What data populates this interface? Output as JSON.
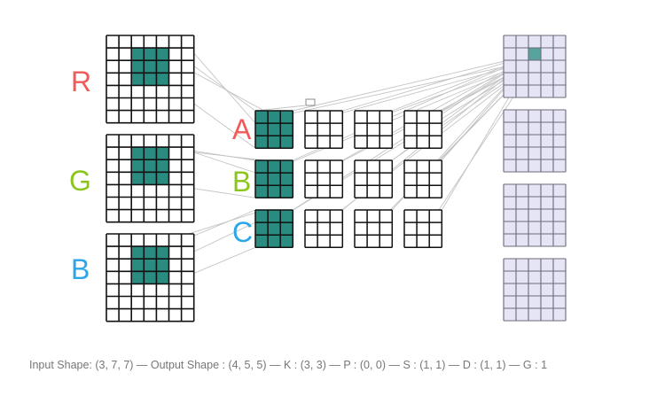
{
  "input_channels": [
    {
      "label": "R",
      "color": "#f05a5a"
    },
    {
      "label": "G",
      "color": "#8cc61c"
    },
    {
      "label": "B",
      "color": "#2ba6e9"
    }
  ],
  "kernel_rows": [
    {
      "label": "A",
      "color": "#f05a5a"
    },
    {
      "label": "B",
      "color": "#8cc61c"
    },
    {
      "label": "C",
      "color": "#2ba6e9"
    }
  ],
  "caption": "Input Shape: (3, 7, 7) — Output Shape : (4, 5, 5) — K : (3, 3) — P : (0, 0) — S : (1, 1) — D : (1, 1) — G : 1",
  "colors": {
    "grid_line": "#111111",
    "highlight": "#2a8c80",
    "output_fill": "#e6e5f5",
    "output_line": "#6b6a7a",
    "connector": "#c4c4c4"
  },
  "shapes": {
    "input_size": 7,
    "kernel_size": 3,
    "output_size": 5,
    "output_channels": 4
  }
}
